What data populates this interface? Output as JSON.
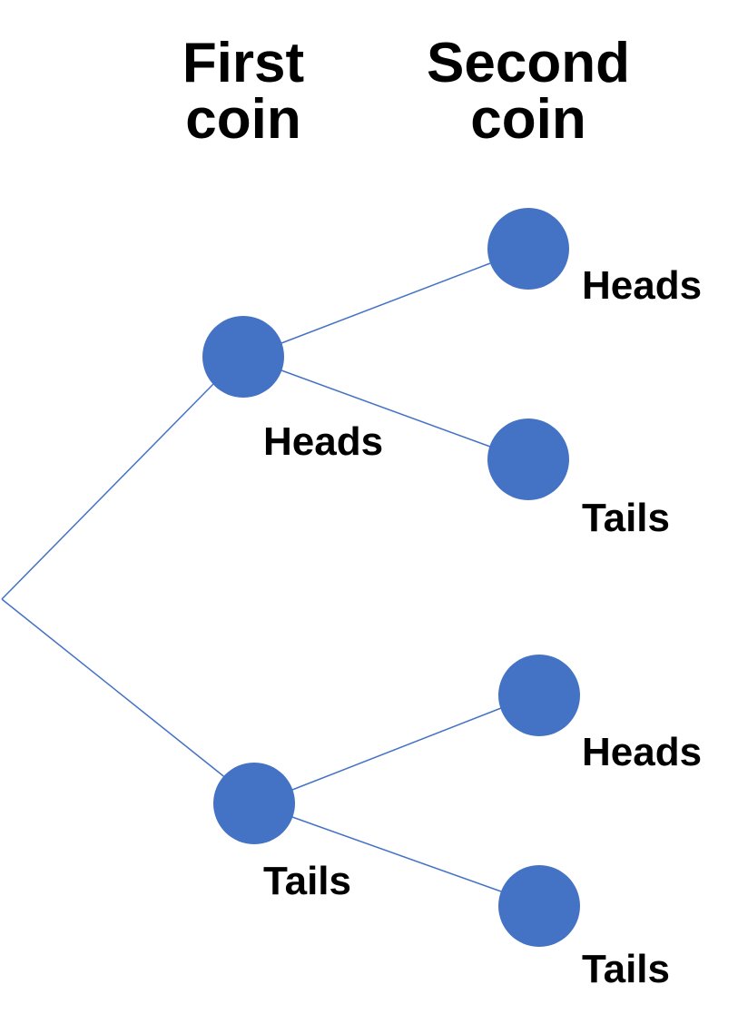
{
  "headers": {
    "first_line1": "First",
    "first_line2": "coin",
    "second_line1": "Second",
    "second_line2": "coin"
  },
  "labels": {
    "first_heads": "Heads",
    "first_tails": "Tails",
    "second_heads_a": "Heads",
    "second_tails_a": "Tails",
    "second_heads_b": "Heads",
    "second_tails_b": "Tails"
  },
  "colors": {
    "node": "#4472C4",
    "branch": "#4472C4",
    "text": "#000000"
  }
}
